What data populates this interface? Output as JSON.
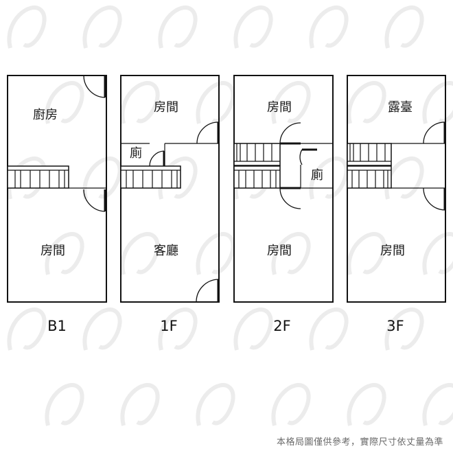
{
  "watermark": {
    "color": "#ececec"
  },
  "floors": [
    {
      "label": "B1",
      "rooms": [
        "廚房",
        "房間"
      ]
    },
    {
      "label": "1F",
      "rooms": [
        "房間",
        "廁",
        "客廳"
      ]
    },
    {
      "label": "2F",
      "rooms": [
        "房間",
        "廁",
        "房間"
      ]
    },
    {
      "label": "3F",
      "rooms": [
        "露臺",
        "房間"
      ]
    }
  ],
  "disclaimer": "本格局圖僅供參考，實際尺寸依丈量為準"
}
